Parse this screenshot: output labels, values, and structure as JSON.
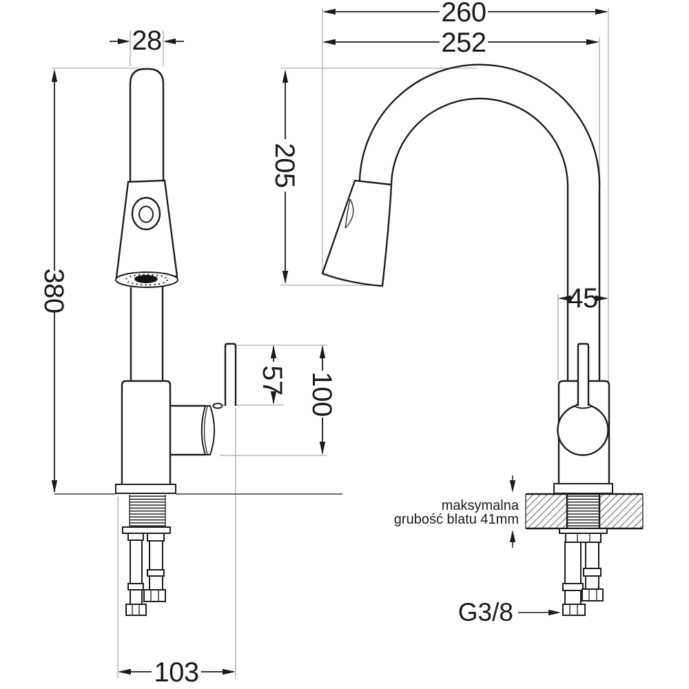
{
  "drawing": {
    "object": "kitchen faucet with pull-out spray, two orthographic views with dimensions",
    "dimensions_mm": {
      "spout_pipe_diameter": "28",
      "total_height": "380",
      "spout_height": "205",
      "overall_reach": "260",
      "spout_reach": "252",
      "body_diameter": "45",
      "lever_height": "57",
      "handle_clearance": "100",
      "base_depth": "103"
    },
    "annotations": {
      "thread_size": "G3/8",
      "counter_note_line1": "maksymalna",
      "counter_note_line2": "grubość blatu 41mm"
    },
    "colors": {
      "outline": "#1c1c1c",
      "dimension_line": "#1a1a1a",
      "extension_line": "#9a9a9a",
      "hatch": "#777777",
      "background": "#ffffff"
    }
  }
}
